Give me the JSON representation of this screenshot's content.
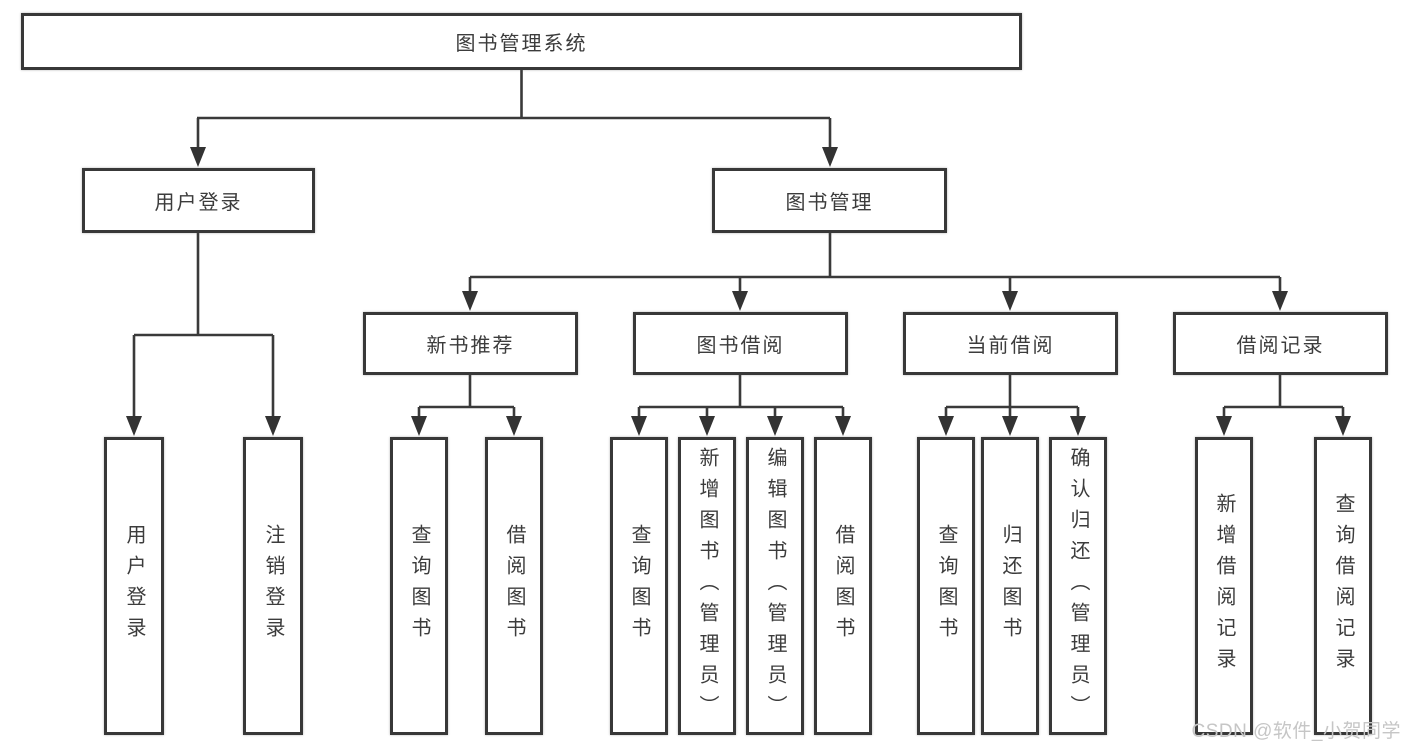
{
  "diagram": {
    "root_label": "图书管理系统",
    "branches": [
      {
        "label": "用户登录",
        "children": [
          "用户登录",
          "注销登录"
        ]
      },
      {
        "label": "图书管理",
        "children": [
          {
            "label": "新书推荐",
            "children": [
              "查询图书",
              "借阅图书"
            ]
          },
          {
            "label": "图书借阅",
            "children": [
              "查询图书",
              "新增图书（管理员）",
              "编辑图书（管理员）",
              "借阅图书"
            ]
          },
          {
            "label": "当前借阅",
            "children": [
              "查询图书",
              "归还图书",
              "确认归还（管理员）"
            ]
          },
          {
            "label": "借阅记录",
            "children": [
              "新增借阅记录",
              "查询借阅记录"
            ]
          }
        ]
      }
    ]
  },
  "watermark": {
    "text": "CSDN @软件_小贺同学"
  },
  "colors": {
    "line": "#3a3a3a",
    "box_border": "#383838",
    "text": "#3c3c3c",
    "watermark": "#c6c6c6",
    "background": "#ffffff"
  }
}
